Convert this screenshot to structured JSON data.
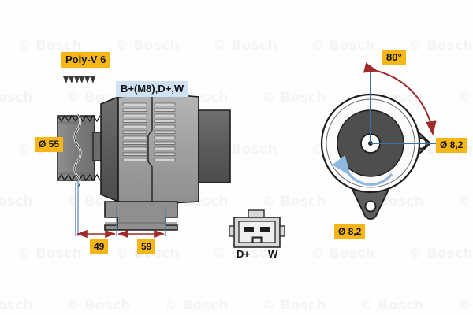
{
  "diagram": {
    "brand_watermark": "© Bosch",
    "product": "Bosch alternator technical drawing"
  },
  "callouts": {
    "pulley_type": "Poly-V 6",
    "pulley_diameter": "Ø 55",
    "dim_front": "49",
    "dim_body": "59",
    "terminals": "B+(M8),D+,W",
    "mount_angle": "80°",
    "bolt_hole_upper": "Ø 8,2",
    "bolt_hole_lower": "Ø 8,2"
  },
  "connector": {
    "terminal_left": "D+",
    "terminal_right": "W"
  },
  "colors": {
    "callout_yellow": "#f7b617",
    "callout_blue": "#cfe2f3",
    "dimension_red": "#9e2a2b",
    "extension_blue": "#4a7fb5",
    "rotation_arrow_blue": "#8fb8de",
    "housing_gray": "#9a9a9a",
    "housing_dark": "#585858",
    "rotor_dark": "#4e4e4e"
  },
  "icons": {
    "belt_profile": "poly-v-belt-profile-icon",
    "rotation": "rotation-direction-icon"
  }
}
